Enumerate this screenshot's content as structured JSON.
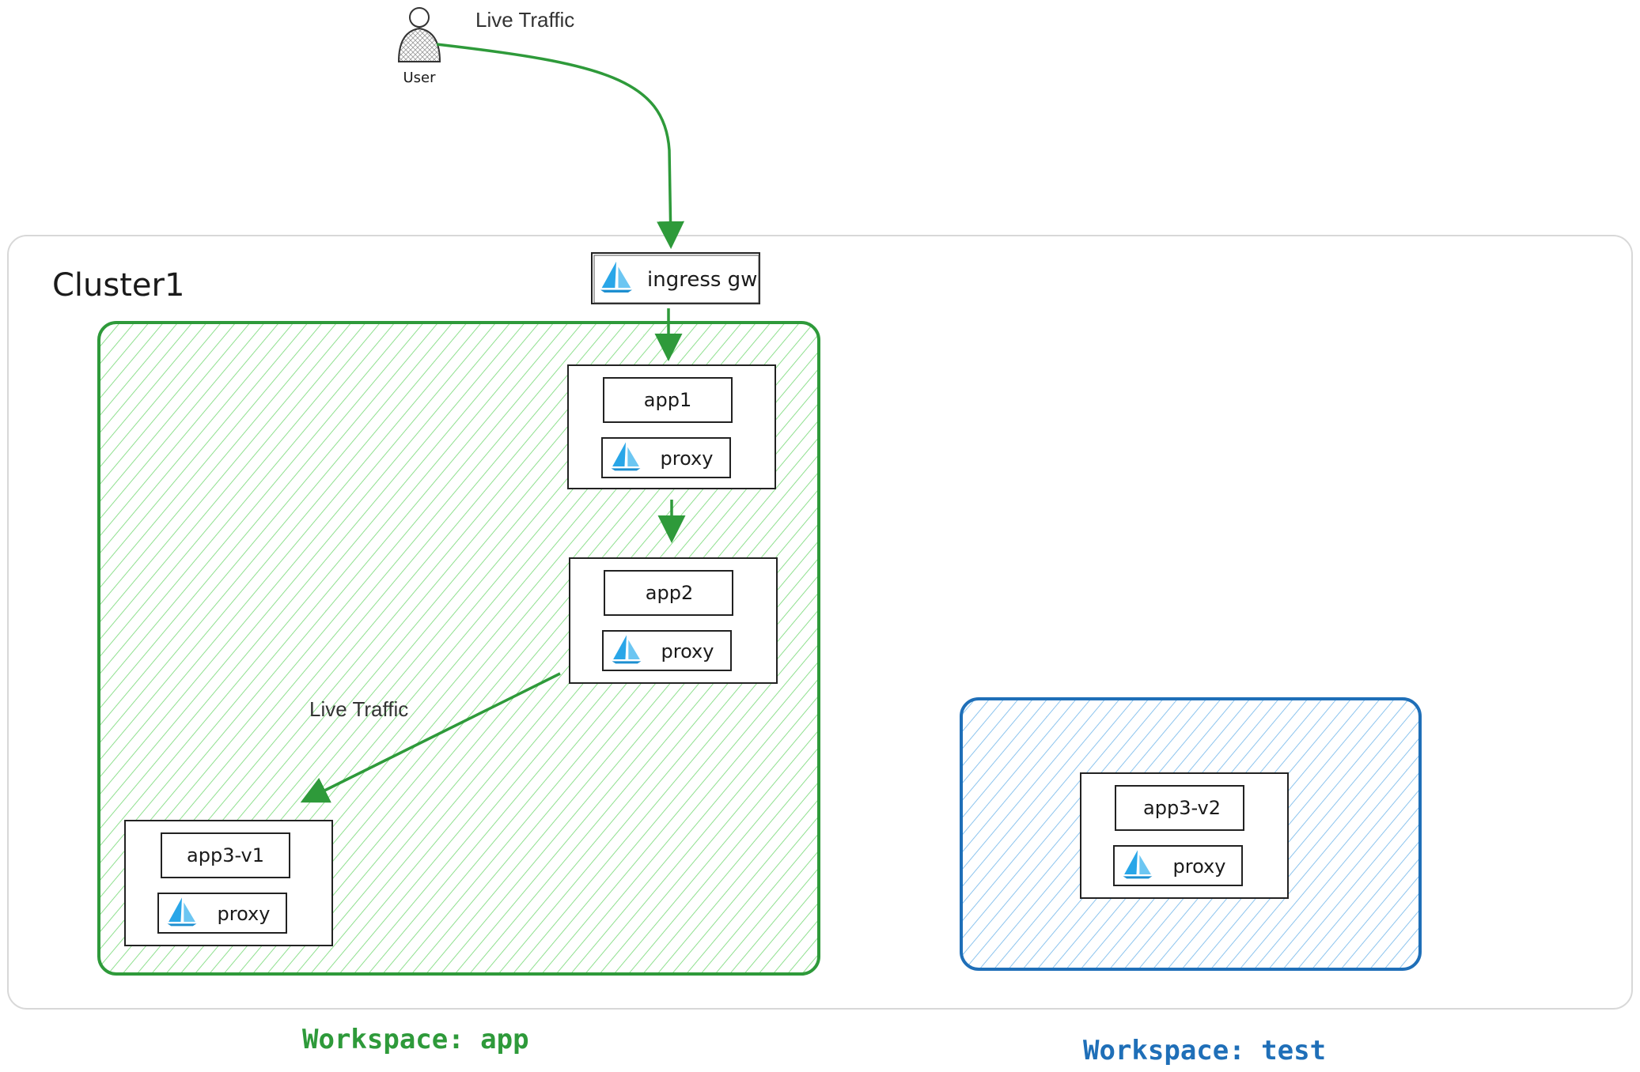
{
  "user": {
    "label": "User"
  },
  "traffic_labels": {
    "top": "Live Traffic",
    "middle": "Live Traffic"
  },
  "cluster": {
    "title": "Cluster1"
  },
  "ingress": {
    "label": "ingress gw"
  },
  "apps": {
    "app1": {
      "name": "app1",
      "proxy": "proxy"
    },
    "app2": {
      "name": "app2",
      "proxy": "proxy"
    },
    "app3v1": {
      "name": "app3-v1",
      "proxy": "proxy"
    },
    "app3v2": {
      "name": "app3-v2",
      "proxy": "proxy"
    }
  },
  "workspaces": {
    "app": {
      "label": "Workspace: app",
      "color": "#2e9a3a"
    },
    "test": {
      "label": "Workspace: test",
      "color": "#1f6fb8"
    }
  },
  "colors": {
    "arrow": "#2e9a3a",
    "green_hatch": "#8fe08f",
    "blue_hatch": "#8cc4ee",
    "sail": "#29a6e8"
  },
  "icons": {
    "user": "user-icon",
    "proxy": "sail-icon"
  }
}
